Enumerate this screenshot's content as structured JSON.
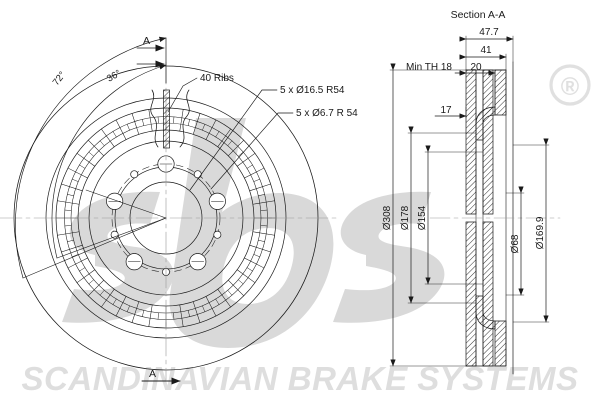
{
  "document": {
    "type": "engineering-drawing",
    "subject": "ventilated brake disc",
    "section_title": "Section A-A",
    "section_marker": "A",
    "colors": {
      "line": "#1a1a1a",
      "watermark": "#d9d9d9",
      "watermark_text": "#dedede",
      "paper": "#ffffff"
    }
  },
  "brand": {
    "logo_text": "sbs",
    "registered_symbol": "®",
    "footer_text": "SCANDINAVIAN BRAKE SYSTEMS"
  },
  "front_view": {
    "name": "disc face view",
    "angles": [
      {
        "id": "angle-72",
        "label": "72°"
      },
      {
        "id": "angle-36",
        "label": "36°"
      }
    ],
    "section_arrow_top": "A",
    "section_arrow_bottom": "A",
    "callouts": [
      {
        "id": "ribs",
        "label": "40  Ribs"
      },
      {
        "id": "bolt-holes",
        "label": "5  x  Ø16.5  R54"
      },
      {
        "id": "small-holes",
        "label": "5  x  Ø6.7  R 54"
      }
    ],
    "rib_count": 40,
    "bolt_hole_count": 5,
    "small_hole_count": 5
  },
  "section_view": {
    "title": "Section A-A",
    "horizontal_dims": [
      {
        "id": "overall-width",
        "label": "47.7"
      },
      {
        "id": "hat-offset",
        "label": "41"
      },
      {
        "id": "hat-height",
        "label": "20"
      },
      {
        "id": "min-thickness",
        "label": "Min TH 18"
      },
      {
        "id": "pad-contact",
        "label": "17"
      }
    ],
    "vertical_dims": [
      {
        "id": "outer-dia",
        "label": "Ø308"
      },
      {
        "id": "inner-face-dia",
        "label": "Ø178"
      },
      {
        "id": "hat-dia",
        "label": "Ø154"
      },
      {
        "id": "center-bore",
        "label": "Ø68"
      },
      {
        "id": "mount-dia",
        "label": "Ø169.9"
      }
    ]
  }
}
